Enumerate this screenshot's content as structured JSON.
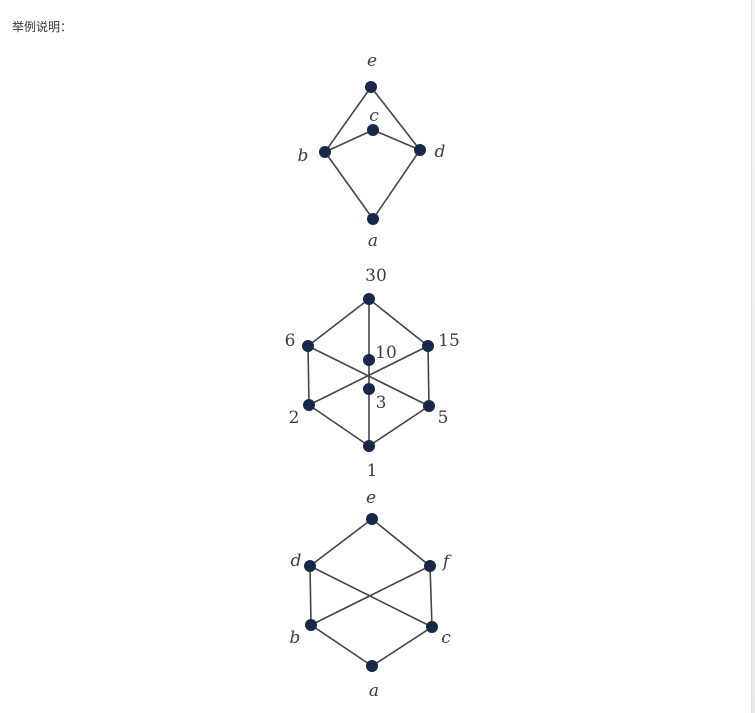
{
  "caption": "举例说明：",
  "diagrams": [
    {
      "label_style": "italic",
      "nodes": [
        {
          "id": "e",
          "label": "e"
        },
        {
          "id": "c",
          "label": "c"
        },
        {
          "id": "b",
          "label": "b"
        },
        {
          "id": "d",
          "label": "d"
        },
        {
          "id": "a",
          "label": "a"
        }
      ],
      "edges": [
        [
          "e",
          "b"
        ],
        [
          "e",
          "d"
        ],
        [
          "b",
          "c"
        ],
        [
          "c",
          "d"
        ],
        [
          "b",
          "a"
        ],
        [
          "d",
          "a"
        ]
      ]
    },
    {
      "label_style": "normal",
      "nodes": [
        {
          "id": "30",
          "label": "30"
        },
        {
          "id": "6",
          "label": "6"
        },
        {
          "id": "15",
          "label": "15"
        },
        {
          "id": "10",
          "label": "10"
        },
        {
          "id": "3",
          "label": "3"
        },
        {
          "id": "2",
          "label": "2"
        },
        {
          "id": "5",
          "label": "5"
        },
        {
          "id": "1",
          "label": "1"
        }
      ],
      "edges": [
        [
          "30",
          "6"
        ],
        [
          "30",
          "15"
        ],
        [
          "30",
          "10"
        ],
        [
          "6",
          "2"
        ],
        [
          "6",
          "5"
        ],
        [
          "15",
          "2"
        ],
        [
          "15",
          "5"
        ],
        [
          "10",
          "3"
        ],
        [
          "3",
          "1"
        ],
        [
          "2",
          "1"
        ],
        [
          "5",
          "1"
        ]
      ]
    },
    {
      "label_style": "italic",
      "nodes": [
        {
          "id": "e",
          "label": "e"
        },
        {
          "id": "d",
          "label": "d"
        },
        {
          "id": "f",
          "label": "f"
        },
        {
          "id": "b",
          "label": "b"
        },
        {
          "id": "c",
          "label": "c"
        },
        {
          "id": "a",
          "label": "a"
        }
      ],
      "edges": [
        [
          "e",
          "d"
        ],
        [
          "e",
          "f"
        ],
        [
          "d",
          "b"
        ],
        [
          "d",
          "c"
        ],
        [
          "f",
          "b"
        ],
        [
          "f",
          "c"
        ],
        [
          "b",
          "a"
        ],
        [
          "c",
          "a"
        ]
      ]
    }
  ],
  "colors": {
    "node": "#17284a",
    "edge": "#454545",
    "label": "#3d3d3d"
  }
}
